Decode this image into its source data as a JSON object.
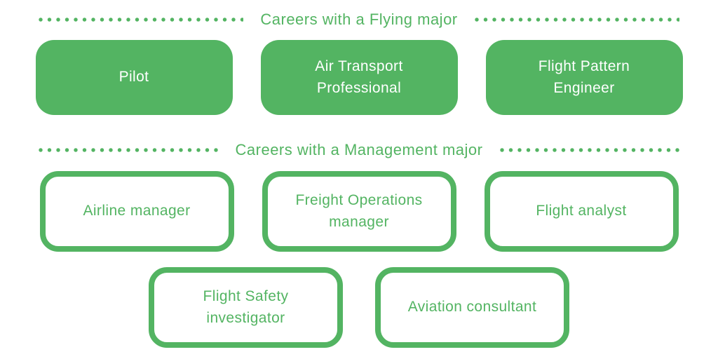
{
  "colors": {
    "green": "#53b462",
    "card_filled_text": "#ffffff",
    "background": "#ffffff"
  },
  "flying_section": {
    "title": "Careers with a Flying major",
    "card_style": "filled",
    "careers": [
      {
        "label": "Pilot"
      },
      {
        "label": "Air Transport Professional"
      },
      {
        "label": "Flight Pattern Engineer"
      }
    ]
  },
  "management_section": {
    "title": "Careers with a Management major",
    "card_style": "outlined",
    "careers_row1": [
      {
        "label": "Airline manager"
      },
      {
        "label": "Freight Operations manager"
      },
      {
        "label": "Flight analyst"
      }
    ],
    "careers_row2": [
      {
        "label": "Flight Safety investigator"
      },
      {
        "label": "Aviation consultant"
      }
    ]
  }
}
